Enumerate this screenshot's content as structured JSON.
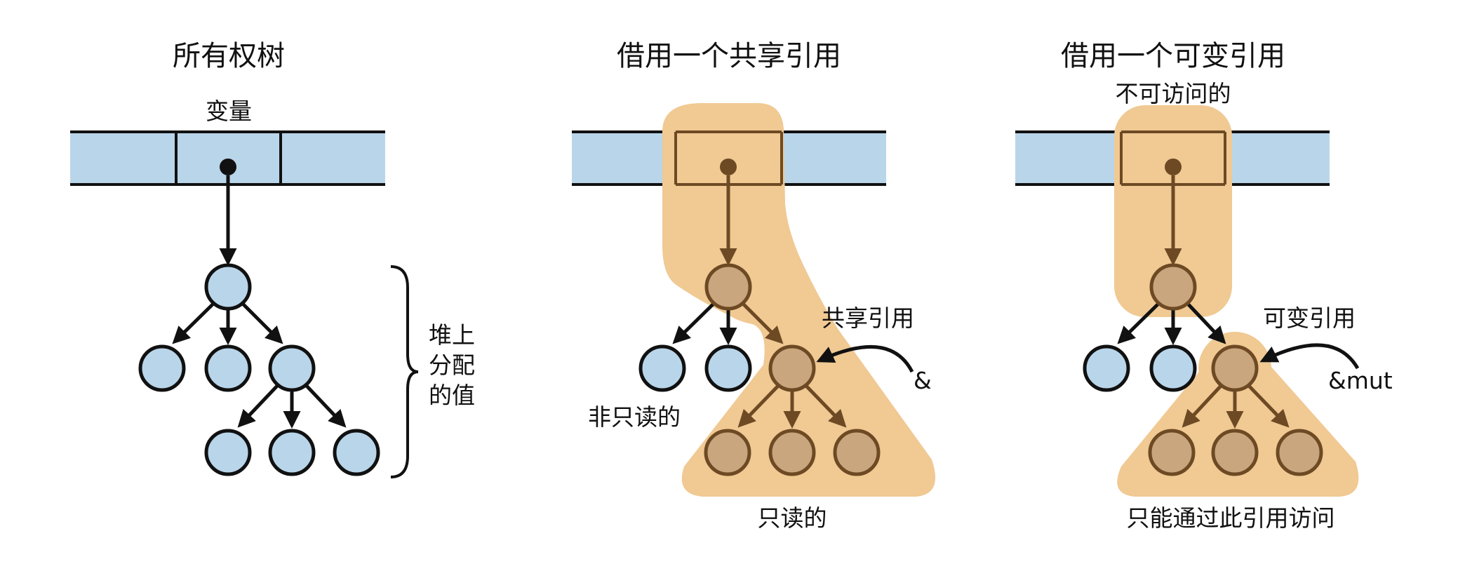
{
  "colors": {
    "cell_fill": "#b9d5ea",
    "node_fill": "#b9d5ea",
    "highlight_fill": "#f0c993",
    "borrowed_node_fill": "#c9a67e",
    "borrowed_stroke": "#6d4a24",
    "ink": "#111111"
  },
  "panel_ownership": {
    "title": "所有权树",
    "variable_label": "变量",
    "brace_label_lines": [
      "堆上",
      "分配",
      "的值"
    ]
  },
  "panel_shared": {
    "title": "借用一个共享引用",
    "reference_label": "共享引用",
    "reference_symbol": "&",
    "not_readonly_label": "非只读的",
    "readonly_label": "只读的"
  },
  "panel_mutable": {
    "title": "借用一个可变引用",
    "inaccessible_label": "不可访问的",
    "reference_label": "可变引用",
    "reference_symbol": "&mut",
    "only_access_label": "只能通过此引用访问"
  }
}
